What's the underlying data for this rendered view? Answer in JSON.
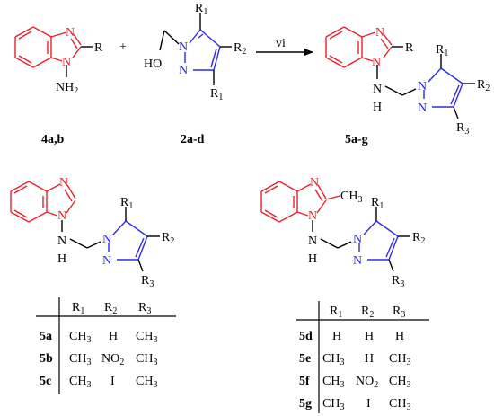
{
  "reaction": {
    "reactant1": {
      "atoms": {
        "N_ring": "N",
        "N_sub": "N",
        "NH2_N": "N",
        "NH2_H": "H",
        "NH2_sub": "2",
        "R": "R"
      },
      "label": "4a,b"
    },
    "plus": "+",
    "reactant2": {
      "atoms": {
        "OH": "HO",
        "N1": "N",
        "N2": "N",
        "R1_top_R": "R",
        "R1_top_sub": "1",
        "R2_R": "R",
        "R2_sub": "2",
        "R1_bot_R": "R",
        "R1_bot_sub": "1"
      },
      "label": "2a-d"
    },
    "condition": "vi",
    "product": {
      "atoms": {
        "N_ring": "N",
        "N_sub": "N",
        "NH_N": "N",
        "NH_H": "H",
        "R": "R",
        "pz_N1": "N",
        "pz_N2": "N",
        "R1_R": "R",
        "R1_sub": "1",
        "R2_R": "R",
        "R2_sub": "2",
        "R3_R": "R",
        "R3_sub": "3"
      },
      "label": "5a-g"
    }
  },
  "left_structure": {
    "atoms": {
      "N_ring": "N",
      "N_sub": "N",
      "NH_N": "N",
      "NH_H": "H",
      "pz_N1": "N",
      "pz_N2": "N",
      "R1_R": "R",
      "R1_sub": "1",
      "R2_R": "R",
      "R2_sub": "2",
      "R3_R": "R",
      "R3_sub": "3"
    }
  },
  "right_structure": {
    "atoms": {
      "N_ring": "N",
      "N_sub": "N",
      "CH3_CH": "CH",
      "CH3_sub": "3",
      "NH_N": "N",
      "NH_H": "H",
      "pz_N1": "N",
      "pz_N2": "N",
      "R1_R": "R",
      "R1_sub": "1",
      "R2_R": "R",
      "R2_sub": "2",
      "R3_R": "R",
      "R3_sub": "3"
    }
  },
  "table_left": {
    "headers": [
      {
        "R": "R",
        "sub": "1"
      },
      {
        "R": "R",
        "sub": "2"
      },
      {
        "R": "R",
        "sub": "3"
      }
    ],
    "rows": [
      {
        "id": "5a",
        "c1": {
          "main": "CH",
          "sub": "3"
        },
        "c2": {
          "main": "H",
          "sub": ""
        },
        "c3": {
          "main": "CH",
          "sub": "3"
        }
      },
      {
        "id": "5b",
        "c1": {
          "main": "CH",
          "sub": "3"
        },
        "c2": {
          "main": "NO",
          "sub": "2"
        },
        "c3": {
          "main": "CH",
          "sub": "3"
        }
      },
      {
        "id": "5c",
        "c1": {
          "main": "CH",
          "sub": "3"
        },
        "c2": {
          "main": "I",
          "sub": ""
        },
        "c3": {
          "main": "CH",
          "sub": "3"
        }
      }
    ]
  },
  "table_right": {
    "headers": [
      {
        "R": "R",
        "sub": "1"
      },
      {
        "R": "R",
        "sub": "2"
      },
      {
        "R": "R",
        "sub": "3"
      }
    ],
    "rows": [
      {
        "id": "5d",
        "c1": {
          "main": "H",
          "sub": ""
        },
        "c2": {
          "main": "H",
          "sub": ""
        },
        "c3": {
          "main": "H",
          "sub": ""
        }
      },
      {
        "id": "5e",
        "c1": {
          "main": "CH",
          "sub": "3"
        },
        "c2": {
          "main": "H",
          "sub": ""
        },
        "c3": {
          "main": "CH",
          "sub": "3"
        }
      },
      {
        "id": "5f",
        "c1": {
          "main": "CH",
          "sub": "3"
        },
        "c2": {
          "main": "NO",
          "sub": "2"
        },
        "c3": {
          "main": "CH",
          "sub": "3"
        }
      },
      {
        "id": "5g",
        "c1": {
          "main": "CH",
          "sub": "3"
        },
        "c2": {
          "main": "I",
          "sub": ""
        },
        "c3": {
          "main": "CH",
          "sub": "3"
        }
      }
    ]
  },
  "colors": {
    "benzimidazole": "#e8202a",
    "pyrazole": "#2a2ae6",
    "text": "#000000"
  }
}
